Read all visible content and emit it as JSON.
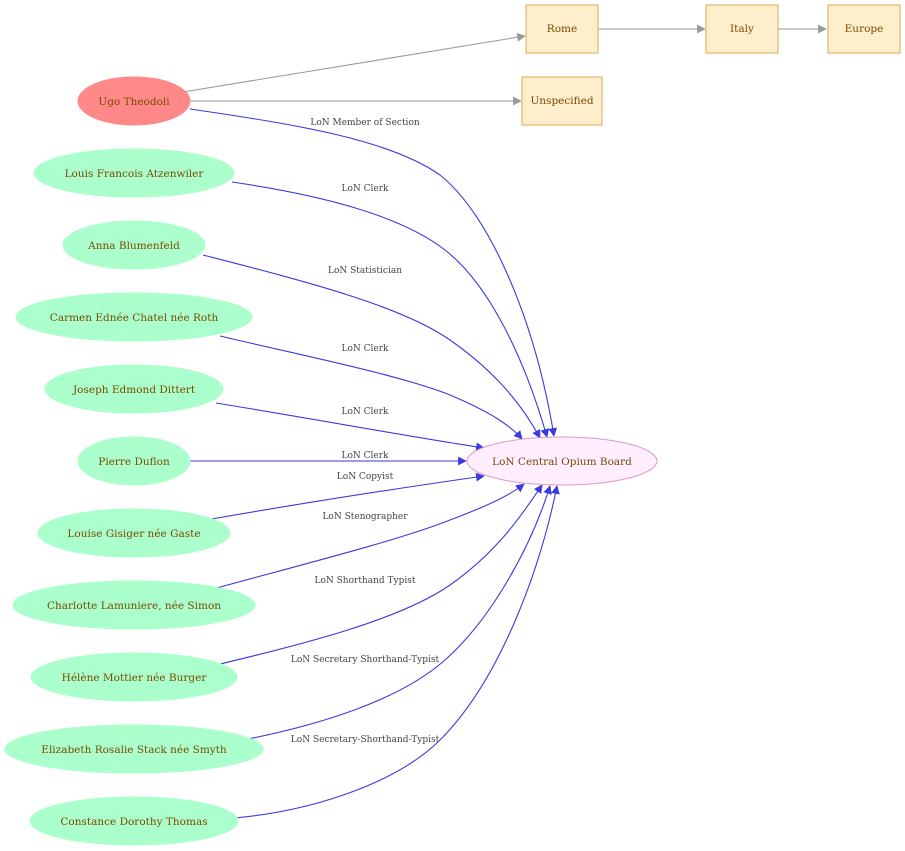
{
  "nodes": {
    "ugo": "Ugo Theodoli",
    "atzenwiler": "Louis Francois Atzenwiler",
    "blumenfeld": "Anna Blumenfeld",
    "chatel": "Carmen Ednée Chatel née Roth",
    "dittert": "Joseph Edmond Dittert",
    "duflon": "Pierre Duflon",
    "gisiger": "Louise Gisiger née Gaste",
    "lamuniere": "Charlotte Lamuniere, née Simon",
    "mottier": "Hélène Mottier née Burger",
    "stack": "Elizabeth Rosalie Stack née Smyth",
    "thomas": "Constance Dorothy Thomas",
    "board": "LoN Central Opium Board",
    "rome": "Rome",
    "italy": "Italy",
    "europe": "Europe",
    "unspecified": "Unspecified"
  },
  "edges": {
    "ugo": "LoN Member of Section",
    "atzenwiler": "LoN Clerk",
    "blumenfeld": "LoN Statistician",
    "chatel": "LoN Clerk",
    "dittert": "LoN Clerk",
    "duflon": "LoN Clerk",
    "gisiger": "LoN Copyist",
    "lamuniere": "LoN Stenographer",
    "mottier": "LoN Shorthand Typist",
    "stack": "LoN Secretary Shorthand-Typist",
    "thomas": "LoN Secretary-Shorthand-Typist"
  },
  "colors": {
    "person": "#aaffcc",
    "person_highlight": "#ff8888",
    "organization": "#ffeeff",
    "place": "#ffeecc",
    "edge_role": "#3b3bdd",
    "edge_location": "#999999"
  }
}
